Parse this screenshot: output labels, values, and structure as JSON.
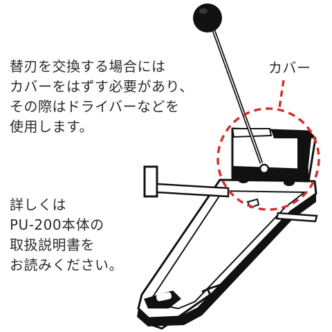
{
  "notes": {
    "blade_replacement": [
      "替刃を交換する場合には",
      "カバーをはずす必要があり、",
      "その際はドライバーなどを",
      "使用します。"
    ],
    "manual_reference": [
      "詳しくは",
      "PU-200本体の",
      "取扱説明書を",
      "お読みください。"
    ]
  },
  "callout": {
    "cover_label": "カバー",
    "highlight_color": "#d32f2f"
  },
  "illustration": {
    "icon": "punch-tool-illustration",
    "line_color": "#111111"
  }
}
